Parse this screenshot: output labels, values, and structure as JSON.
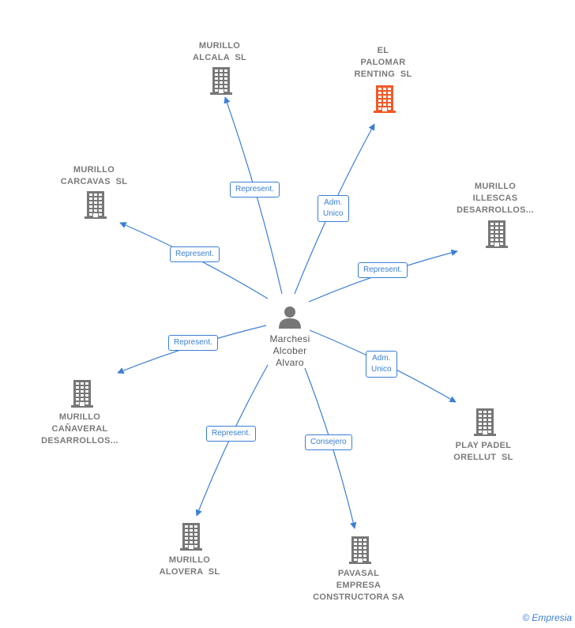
{
  "center": {
    "lines": [
      "Marchesi",
      "Alcober",
      "Alvaro"
    ],
    "icon": "person-icon"
  },
  "companies": [
    {
      "id": "murillo-alcala",
      "lines": [
        "MURILLO",
        "ALCALA  SL"
      ],
      "color": "#777777"
    },
    {
      "id": "el-palomar",
      "lines": [
        "EL",
        "PALOMAR",
        "RENTING  SL"
      ],
      "color": "#f05a28"
    },
    {
      "id": "murillo-carcavas",
      "lines": [
        "MURILLO",
        "CARCAVAS  SL"
      ],
      "color": "#777777"
    },
    {
      "id": "murillo-illescas",
      "lines": [
        "MURILLO",
        "ILLESCAS",
        "DESARROLLOS..."
      ],
      "color": "#777777"
    },
    {
      "id": "murillo-canaveral",
      "lines": [
        "MURILLO",
        "CAÑAVERAL",
        "DESARROLLOS..."
      ],
      "color": "#777777"
    },
    {
      "id": "play-padel",
      "lines": [
        "PLAY PADEL",
        "ORELLUT  SL"
      ],
      "color": "#777777"
    },
    {
      "id": "murillo-alovera",
      "lines": [
        "MURILLO",
        "ALOVERA  SL"
      ],
      "color": "#777777"
    },
    {
      "id": "pavasal",
      "lines": [
        "PAVASAL",
        "EMPRESA",
        "CONSTRUCTORA SA"
      ],
      "color": "#777777"
    }
  ],
  "edges": [
    {
      "to": "murillo-alcala",
      "label": [
        "Represent."
      ]
    },
    {
      "to": "el-palomar",
      "label": [
        "Adm.",
        "Unico"
      ]
    },
    {
      "to": "murillo-carcavas",
      "label": [
        "Represent."
      ]
    },
    {
      "to": "murillo-illescas",
      "label": [
        "Represent."
      ]
    },
    {
      "to": "murillo-canaveral",
      "label": [
        "Represent."
      ]
    },
    {
      "to": "play-padel",
      "label": [
        "Adm.",
        "Unico"
      ]
    },
    {
      "to": "murillo-alovera",
      "label": [
        "Represent."
      ]
    },
    {
      "to": "pavasal",
      "label": [
        "Consejero"
      ]
    }
  ],
  "colors": {
    "edge": "#3b7fd4",
    "building": "#777777",
    "highlight": "#f05a28",
    "person": "#777777"
  },
  "brand": {
    "copyright": "©",
    "name": "Empresia"
  }
}
